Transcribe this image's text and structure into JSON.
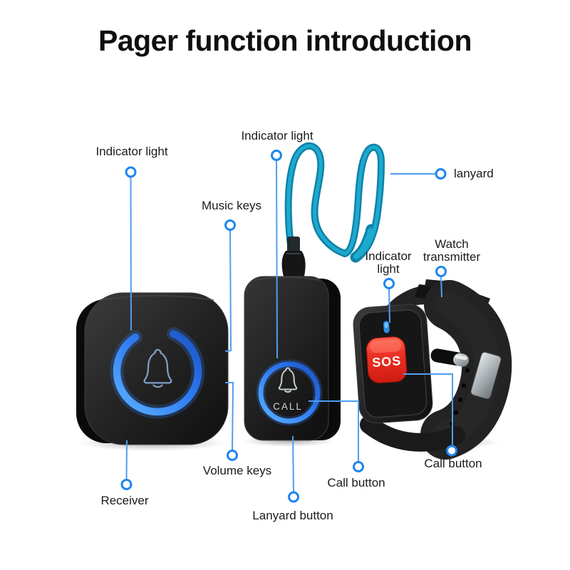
{
  "title": "Pager function introduction",
  "devices": {
    "receiver": {
      "name": "Receiver",
      "button_icon": "bell-icon"
    },
    "lanyard_call_button": {
      "name": "Lanyard button",
      "button_text": "CALL",
      "button_icon": "bell-icon"
    },
    "watch_transmitter": {
      "name": "Watch transmitter",
      "button_text": "SOS"
    }
  },
  "callouts": [
    {
      "label": "Indicator light",
      "target": "receiver"
    },
    {
      "label": "Indicator light",
      "target": "lanyard-call-button"
    },
    {
      "label": "lanyard",
      "target": "lanyard"
    },
    {
      "label": "Music keys",
      "target": "receiver-side"
    },
    {
      "label": "Watch transmitter",
      "target": "watch"
    },
    {
      "label": "Indicator light",
      "target": "watch"
    },
    {
      "label": "Receiver",
      "target": "receiver"
    },
    {
      "label": "Volume keys",
      "target": "receiver-side"
    },
    {
      "label": "Lanyard button",
      "target": "lanyard-call-button"
    },
    {
      "label": "Call button",
      "target": "lanyard-call-button"
    },
    {
      "label": "Call button",
      "target": "watch"
    }
  ],
  "colors": {
    "background": "#ffffff",
    "title_text": "#0f0f0f",
    "label_text": "#1b1b1b",
    "callout_line": "#4f9df2",
    "callout_dot_ring": "#1e86ef",
    "device_body": "#1e1e1e",
    "ring_glow_blue": "#2e7bf2",
    "lanyard_teal": "#149ac4",
    "sos_button_red": "#e8281c",
    "sos_text": "#ffffff",
    "call_text": "#ccd4d9"
  }
}
